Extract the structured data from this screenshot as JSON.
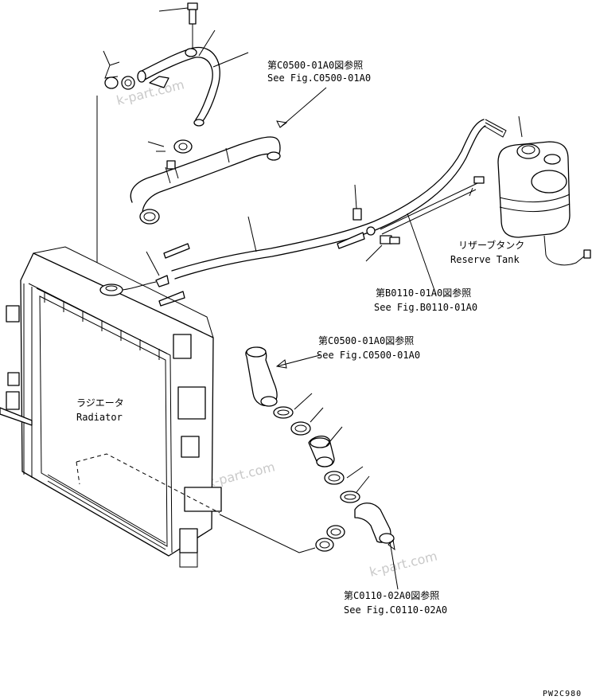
{
  "labels": {
    "ref_upper_hose_jp": "第C0500-01A0図参照",
    "ref_upper_hose_en": "See Fig.C0500-01A0",
    "reserve_tank_jp": "リザーブタンク",
    "reserve_tank_en": "Reserve Tank",
    "ref_tube_jp": "第B0110-01A0図参照",
    "ref_tube_en": "See Fig.B0110-01A0",
    "ref_lower_hose_jp": "第C0500-01A0図参照",
    "ref_lower_hose_en": "See Fig.C0500-01A0",
    "radiator_jp": "ラジエータ",
    "radiator_en": "Radiator",
    "ref_engine_jp": "第C0110-02A0図参照",
    "ref_engine_en": "See Fig.C0110-02A0",
    "figure_code": "PW2C980"
  },
  "watermarks": [
    "k-part.com",
    "k-part.com",
    "k-part.com"
  ]
}
